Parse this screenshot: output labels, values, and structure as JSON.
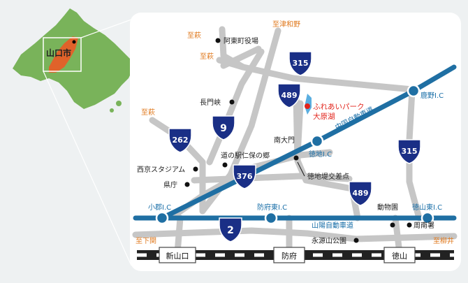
{
  "inset": {
    "city_label": "山口市"
  },
  "dest": {
    "tsuwano": "至津和野",
    "hagi1": "至萩",
    "hagi2": "至萩",
    "hagi3": "至萩",
    "shimonoseki": "至下関",
    "yanai": "至柳井"
  },
  "places": {
    "atou": "阿東町役場",
    "chomonkyo": "長門峡",
    "minamidaimon": "南大門",
    "michinoeki": "道の駅仁保の郷",
    "seikyo_stadium": "西京スタジアム",
    "kencho": "県庁",
    "tokuji_tsutsumi": "徳地堤交差点",
    "dobutsuen": "動物園",
    "shunan_police": "周南署",
    "eigen_park": "永源山公園"
  },
  "destination": {
    "line1": "ふれあいパーク",
    "line2": "大原湖"
  },
  "expressways": {
    "chugoku": "中国自動車道",
    "sanyo": "山陽自動車道"
  },
  "ics": {
    "kano": "鹿野I.C",
    "tokuji": "徳地I.C",
    "ogori": "小郡I.C",
    "hofu_higashi": "防府東I.C",
    "tokuyama_higashi": "徳山東I.C"
  },
  "routes": {
    "r315a": "315",
    "r489a": "489",
    "r9": "9",
    "r262": "262",
    "r376": "376",
    "r315b": "315",
    "r489b": "489",
    "r2": "2"
  },
  "stations": {
    "shinyamaguchi": "新山口",
    "hofu": "防府",
    "tokuyama": "徳山"
  },
  "colors": {
    "expressway": "#1f6fa3",
    "road": "#c6c6c6",
    "route_shield": "#1a2f86",
    "city": "#e0622a",
    "label_orange": "#e07a1f",
    "label_blue": "#1a6fa8",
    "dest_red": "#e2231a"
  }
}
